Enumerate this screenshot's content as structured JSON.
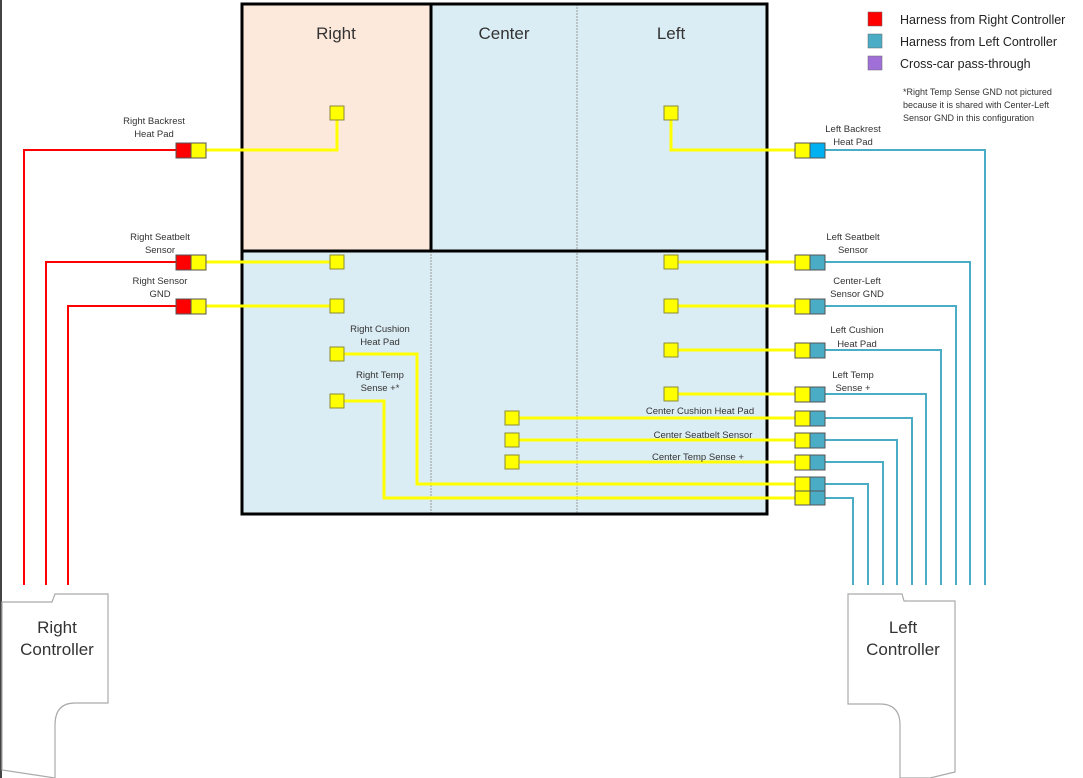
{
  "legend": {
    "items": [
      {
        "label": "Harness from Right Controller",
        "color": "#ff0000"
      },
      {
        "label": "Harness from Left Controller",
        "color": "#4bacc6"
      },
      {
        "label": "Cross-car pass-through",
        "color": "#a070d8"
      }
    ],
    "note": [
      "*Right Temp Sense GND not pictured",
      "because it is shared with Center-Left",
      "Sensor GND in this configuration"
    ]
  },
  "seat": {
    "columns": [
      "Right",
      "Center",
      "Left"
    ],
    "colors": {
      "right_back": "#fde9dc",
      "body": "#dbedf4",
      "outline": "#000000"
    }
  },
  "colors": {
    "yellow": "#ffff00",
    "red_wire": "#ff0000",
    "blue_wire": "#4bacc6",
    "blue_bright": "#00b0f0",
    "yellow_wire": "#ffff00"
  },
  "right_connectors": [
    {
      "label": [
        "Right Backrest",
        "Heat Pad"
      ]
    },
    {
      "label": [
        "Right Seatbelt",
        "Sensor"
      ]
    },
    {
      "label": [
        "Right Sensor",
        "GND"
      ]
    }
  ],
  "left_connectors": [
    {
      "label": [
        "Left Backrest",
        "Heat Pad"
      ]
    },
    {
      "label": [
        "Left Seatbelt",
        "Sensor"
      ]
    },
    {
      "label": [
        "Center-Left",
        "Sensor GND"
      ]
    },
    {
      "label": [
        "Left Cushion",
        "Heat Pad"
      ]
    },
    {
      "label": [
        "Left Temp",
        "Sense +"
      ]
    },
    {
      "label": [
        "Center Cushion Heat Pad"
      ]
    },
    {
      "label": [
        "Center Seatbelt Sensor"
      ]
    },
    {
      "label": [
        "Center Temp Sense +"
      ]
    },
    {
      "label": [
        "Right Cushion",
        "Heat Pad"
      ]
    },
    {
      "label": [
        "Right Temp",
        "Sense +*"
      ]
    }
  ],
  "controllers": {
    "right": [
      "Right",
      "Controller"
    ],
    "left": [
      "Left",
      "Controller"
    ]
  }
}
